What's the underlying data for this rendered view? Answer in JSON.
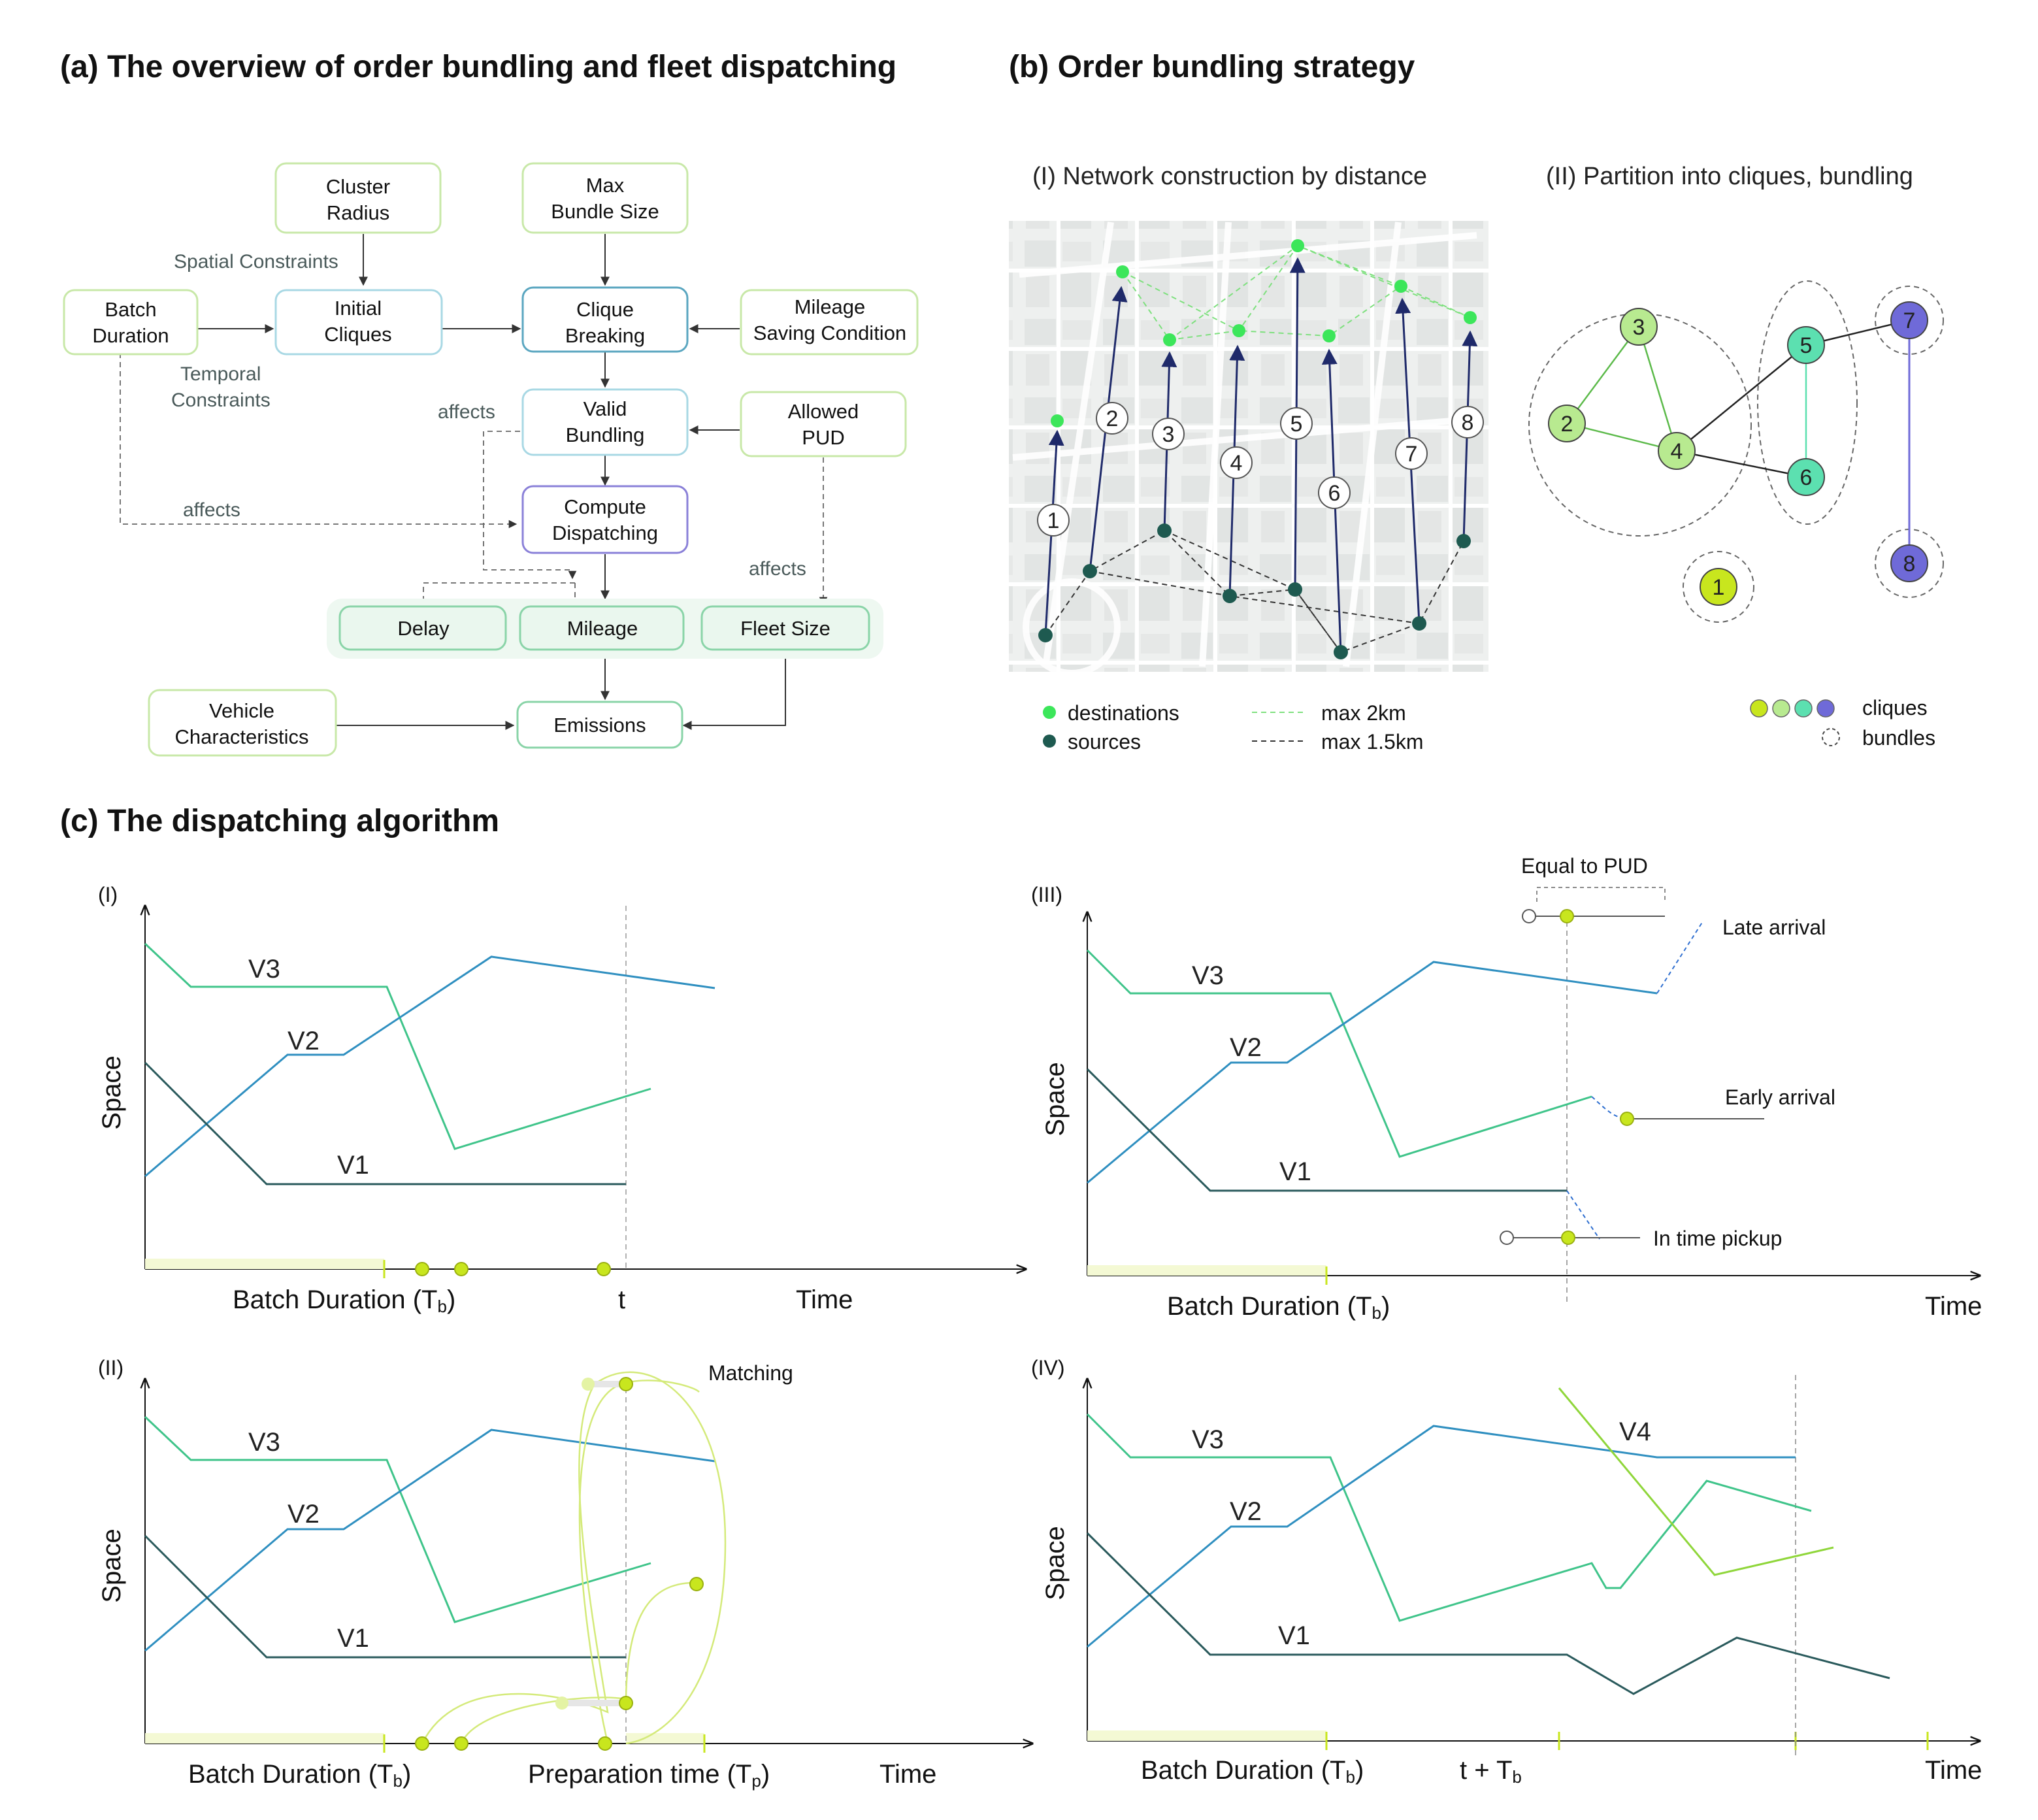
{
  "panels": {
    "a": {
      "title": "(a) The overview of order bundling and fleet dispatching",
      "boxes": {
        "cluster_radius": [
          "Cluster",
          "Radius"
        ],
        "max_bundle": [
          "Max",
          "Bundle Size"
        ],
        "batch_duration": [
          "Batch",
          "Duration"
        ],
        "initial_cliques": [
          "Initial",
          "Cliques"
        ],
        "clique_breaking": [
          "Clique",
          "Breaking"
        ],
        "mileage_saving": [
          "Mileage",
          "Saving Condition"
        ],
        "valid_bundling": [
          "Valid",
          "Bundling"
        ],
        "allowed_pud": [
          "Allowed",
          "PUD"
        ],
        "compute_dispatching": [
          "Compute",
          "Dispatching"
        ],
        "delay": [
          "Delay"
        ],
        "mileage": [
          "Mileage"
        ],
        "fleet_size": [
          "Fleet Size"
        ],
        "vehicle_char": [
          "Vehicle",
          "Characteristics"
        ],
        "emissions": [
          "Emissions"
        ]
      },
      "annotations": {
        "spatial": "Spatial Constraints",
        "temporal": [
          "Temporal",
          "Constraints"
        ],
        "affects_1": "affects",
        "affects_2": "affects",
        "affects_3": "affects"
      }
    },
    "b": {
      "title": "(b) Order bundling strategy",
      "sub1": "(I) Network construction by distance",
      "sub2": "(II) Partition into cliques, bundling",
      "legend": {
        "destinations": "destinations",
        "sources": "sources",
        "max2": "max 2km",
        "max15": "max 1.5km",
        "cliques": "cliques",
        "bundles": "bundles"
      },
      "order_labels": [
        "1",
        "2",
        "3",
        "4",
        "5",
        "6",
        "7",
        "8"
      ]
    },
    "c": {
      "title": "(c) The dispatching algorithm",
      "I": {
        "tag": "(I)",
        "space": "Space",
        "batch": "Batch Duration (T",
        "batch_sub": "b",
        "batch_close": ")",
        "t": "t",
        "time": "Time",
        "v1": "V1",
        "v2": "V2",
        "v3": "V3"
      },
      "II": {
        "tag": "(II)",
        "space": "Space",
        "batch": "Batch Duration (T",
        "batch_sub": "b",
        "batch_close": ")",
        "prep": "Preparation time (T",
        "prep_sub": "p",
        "prep_close": ")",
        "time": "Time",
        "matching": "Matching",
        "v1": "V1",
        "v2": "V2",
        "v3": "V3"
      },
      "III": {
        "tag": "(III)",
        "space": "Space",
        "batch": "Batch Duration (T",
        "batch_sub": "b",
        "batch_close": ")",
        "time": "Time",
        "equal_pud": "Equal to PUD",
        "late": "Late arrival",
        "early": "Early arrival",
        "in_time": "In time pickup",
        "v1": "V1",
        "v2": "V2",
        "v3": "V3"
      },
      "IV": {
        "tag": "(IV)",
        "space": "Space",
        "batch": "Batch Duration (T",
        "batch_sub": "b",
        "batch_close": ")",
        "ttb": "t + T",
        "ttb_sub": "b",
        "time": "Time",
        "v1": "V1",
        "v2": "V2",
        "v3": "V3",
        "v4": "V4"
      }
    }
  },
  "colors": {
    "v1": "#2a5a5c",
    "v2": "#2f8fc0",
    "v3": "#3fc48a",
    "v4": "#8fd63a",
    "accent_green": "#b8e986",
    "lime": "#c8e61e",
    "node_blue": "#1f2a6a"
  }
}
